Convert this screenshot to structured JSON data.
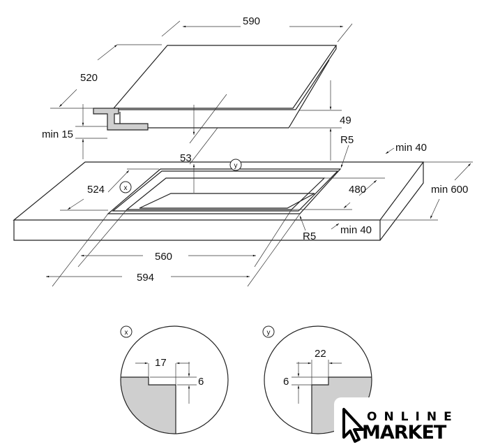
{
  "hob": {
    "width": "590",
    "depth": "520",
    "height": "49",
    "min_clearance": "min 15",
    "under_depth": "53"
  },
  "cutout": {
    "corner_radius_back": "R5",
    "corner_radius_front": "R5",
    "min_back": "min 40",
    "min_front": "min 40",
    "depth": "480",
    "worktop_depth": "min 600",
    "outer_depth": "524",
    "inner_width": "560",
    "outer_width": "594",
    "detail_x_tag": "x",
    "detail_y_tag": "y"
  },
  "detail_x": {
    "tag": "x",
    "width": "17",
    "height": "6"
  },
  "detail_y": {
    "tag": "y",
    "width": "22",
    "height": "6"
  },
  "logo": {
    "line1": "ONLINE",
    "line2": "MARKET"
  },
  "colors": {
    "fill": "#cfcfcf",
    "line": "#222222"
  }
}
